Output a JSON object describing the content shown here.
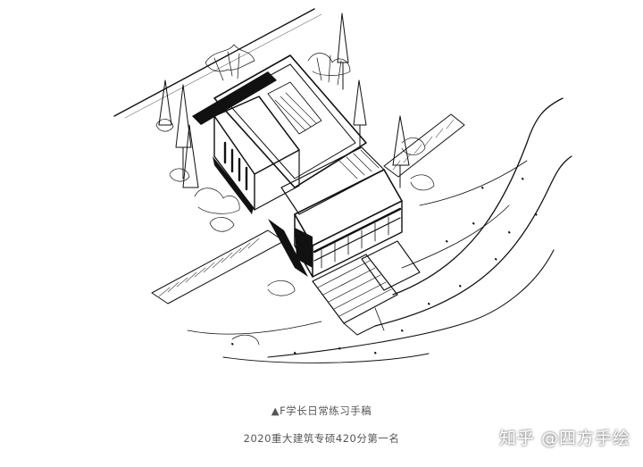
{
  "captions": {
    "line1": "▲F学长日常练习手稿",
    "line2": "2020重大建筑专硕420分第一名"
  },
  "watermark": {
    "text": "知乎 @四方手绘"
  },
  "colors": {
    "ink": "#111111",
    "caption": "#555555",
    "background": "#ffffff"
  }
}
